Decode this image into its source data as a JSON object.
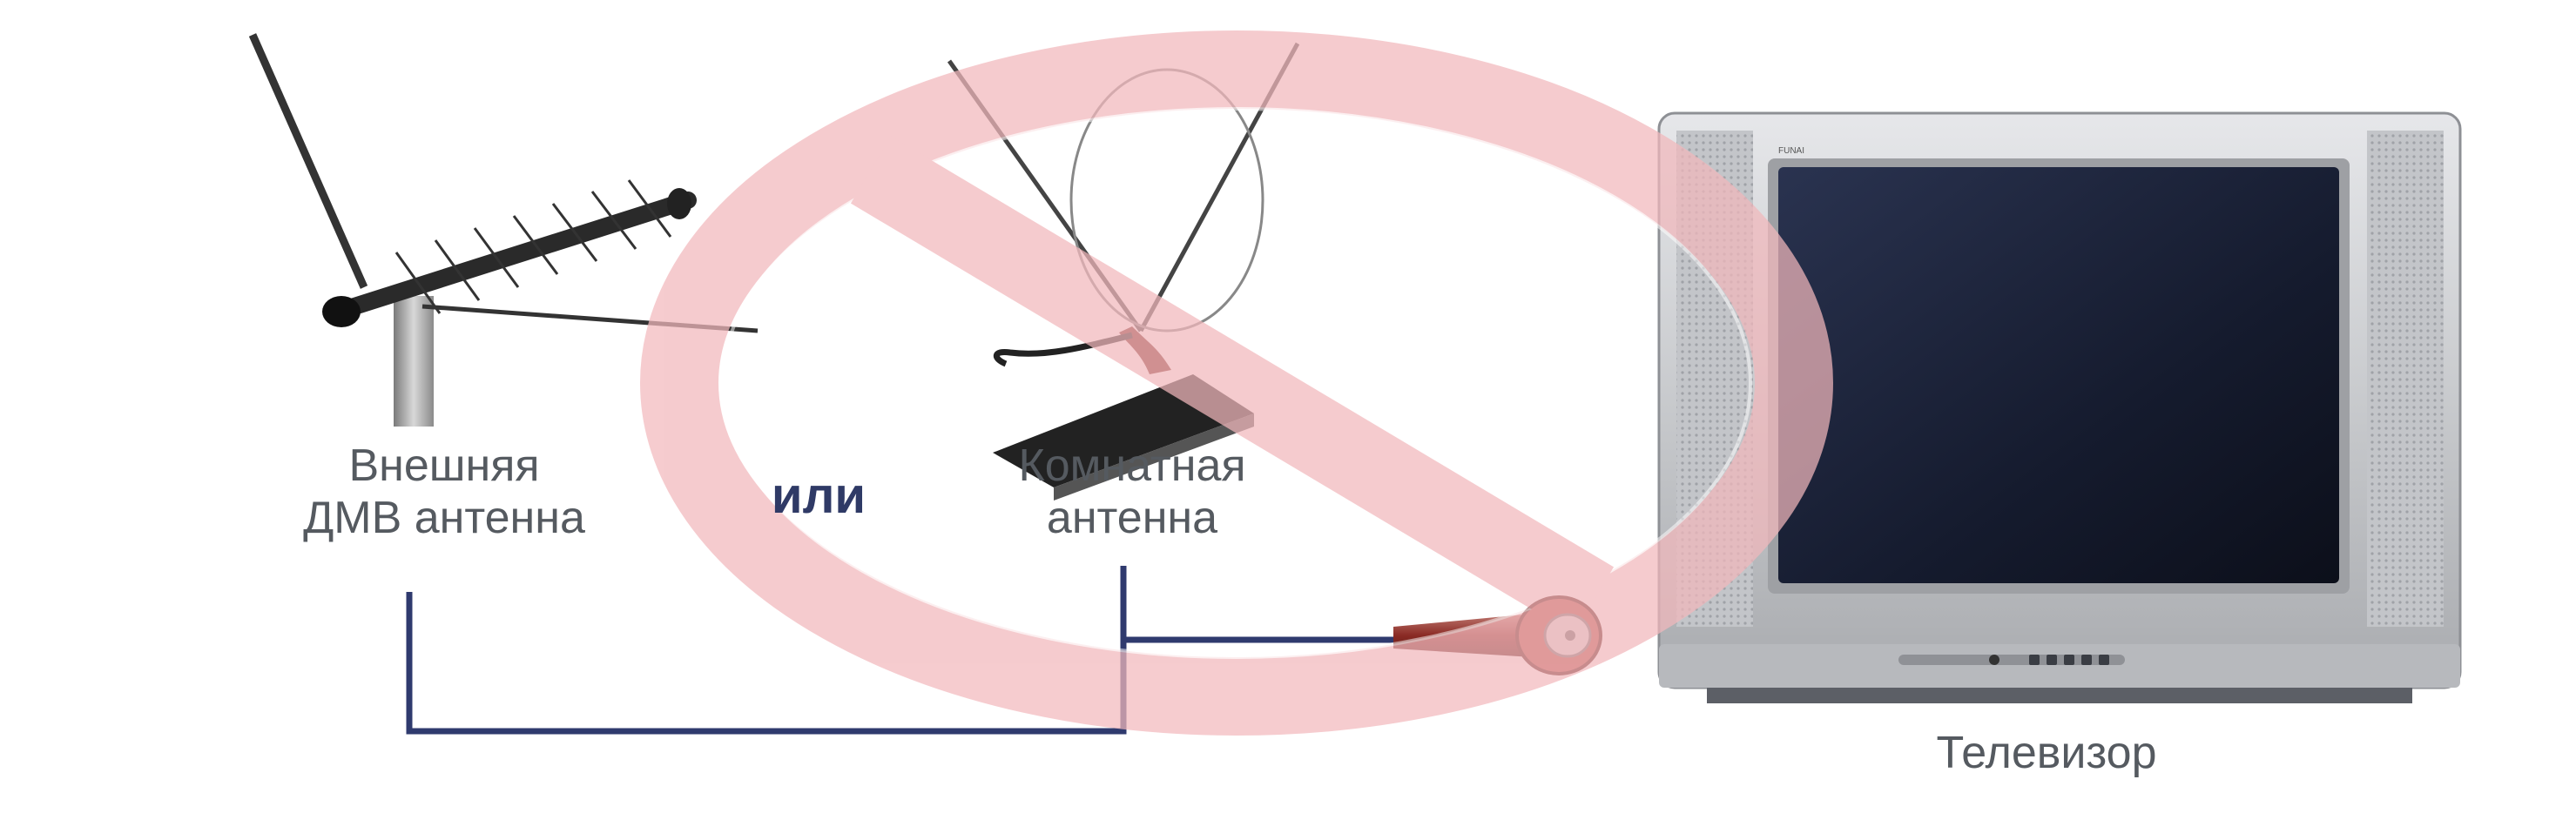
{
  "labels": {
    "outdoor_line1": "Внешняя",
    "outdoor_line2": "ДМВ антенна",
    "or": "или",
    "indoor_line1": "Комнатная",
    "indoor_line2": "антенна",
    "tv": "Телевизор"
  },
  "tv_brand": "FUNAI",
  "colors": {
    "cable": "#2f3a6e",
    "prohibition": "#f2b8bc",
    "plug_red": "#8a2a24",
    "tv_frame": "#c9cbcf",
    "tv_screen": "#1a2135"
  }
}
